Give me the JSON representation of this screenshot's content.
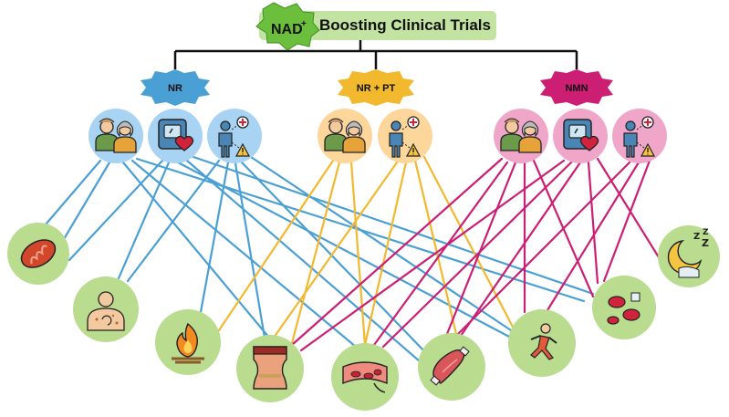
{
  "title": {
    "badge_main": "NAD",
    "badge_sup": "+",
    "text": "Boosting Clinical Trials"
  },
  "colors": {
    "nr": "#4a9fd4",
    "nrpt": "#f2b82e",
    "nmn": "#cc1f73",
    "nr_circle": "#a9d3f2",
    "nrpt_circle": "#fcd69a",
    "nmn_circle": "#f0a6c9",
    "outcome_circle": "#b9dc8e",
    "title_bg": "#c3e3a3",
    "badge": "#6bbf3c"
  },
  "groups": [
    {
      "id": "nr",
      "label": "NR",
      "icons": [
        "elderly-couple-icon",
        "weight-scale-heart-icon",
        "patient-warning-icon"
      ]
    },
    {
      "id": "nrpt",
      "label": "NR + PT",
      "icons": [
        "elderly-couple-icon",
        "patient-warning-icon"
      ]
    },
    {
      "id": "nmn",
      "label": "NMN",
      "icons": [
        "elderly-couple-icon",
        "weight-scale-heart-icon",
        "patient-warning-icon"
      ]
    }
  ],
  "outcomes": [
    {
      "id": "mitochondria",
      "icon": "mitochondria-icon"
    },
    {
      "id": "skin",
      "icon": "skin-aging-icon"
    },
    {
      "id": "inflammation",
      "icon": "fire-icon"
    },
    {
      "id": "body-fat",
      "icon": "waist-body-icon"
    },
    {
      "id": "blood-vessel",
      "icon": "blood-vessel-icon"
    },
    {
      "id": "muscle",
      "icon": "muscle-icon"
    },
    {
      "id": "exercise",
      "icon": "running-person-icon"
    },
    {
      "id": "blood-cells",
      "icon": "blood-cells-icon"
    },
    {
      "id": "sleep",
      "icon": "sleep-moon-icon"
    }
  ]
}
